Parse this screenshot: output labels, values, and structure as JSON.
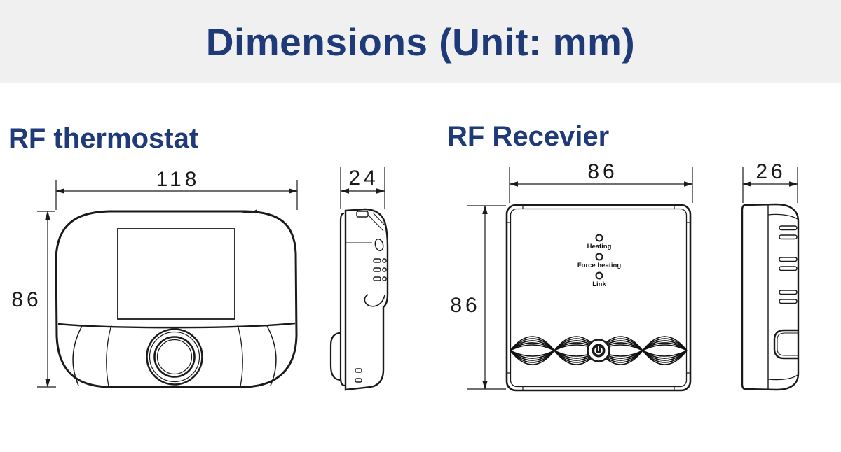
{
  "header": {
    "title": "Dimensions (Unit: mm)"
  },
  "colors": {
    "header_bg": "#f0f0f1",
    "title_blue": "#1e3a78",
    "line_black": "#1a1a1a",
    "page_bg": "#ffffff"
  },
  "thermostat": {
    "label": "RF thermostat",
    "front_width_mm": "118",
    "front_height_mm": "86",
    "side_depth_mm": "24"
  },
  "receiver": {
    "label": "RF Recevier",
    "front_width_mm": "86",
    "front_height_mm": "86",
    "side_depth_mm": "26",
    "leds": [
      {
        "label": "Heating"
      },
      {
        "label": "Force heating"
      },
      {
        "label": "Link"
      }
    ]
  },
  "icons": {
    "power_button": "power-icon"
  }
}
